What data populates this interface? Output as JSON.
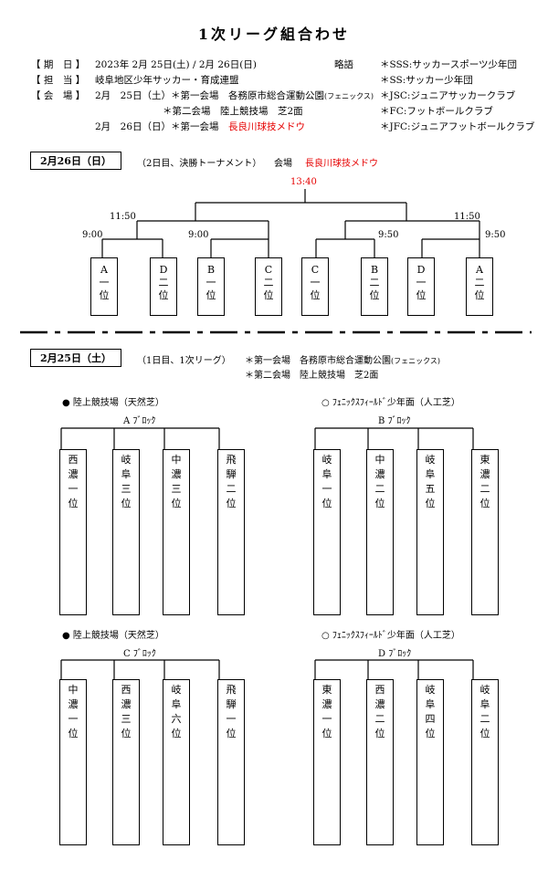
{
  "title": "1次リーグ組合わせ",
  "info": {
    "period_label": "【 期　日 】",
    "period_value": "2023年 2月 25日(土) / 2月 26日(日)",
    "org_label": "【 担　当 】",
    "org_value": "岐阜地区少年サッカー・育成連盟",
    "venue_label": "【 会　場 】",
    "venue_line1": "2月　25日（土）＊第一会場　各務原市総合運動公園",
    "venue_line1_small": "(フェニックス)",
    "venue_line2": "＊第二会場　陸上競技場　芝2面",
    "venue_line3_pre": "2月　26日（日）＊第一会場　",
    "venue_line3_red": "長良川球技メドウ",
    "abbr_label": "略語",
    "abbr": [
      "＊SSS:サッカースポーツ少年団",
      "＊SS:サッカー少年団",
      "＊JSC:ジュニアサッカークラブ",
      "＊FC:フットボールクラブ",
      "＊JFC:ジュニアフットボールクラブ"
    ]
  },
  "day2": {
    "date": "2月26日（日）",
    "desc": "（2日目、決勝トーナメント）",
    "venue_label": "会場",
    "venue": "長良川球技メドウ",
    "final_time": "13:40",
    "times": {
      "semi_left": "11:50",
      "semi_right": "11:50",
      "q1": "9:00",
      "q2": "9:00",
      "q3": "9:50",
      "q4": "9:50"
    },
    "slots": [
      [
        "A",
        "一",
        "位"
      ],
      [
        "D",
        "二",
        "位"
      ],
      [
        "B",
        "一",
        "位"
      ],
      [
        "C",
        "二",
        "位"
      ],
      [
        "C",
        "一",
        "位"
      ],
      [
        "B",
        "二",
        "位"
      ],
      [
        "D",
        "一",
        "位"
      ],
      [
        "A",
        "二",
        "位"
      ]
    ]
  },
  "day1": {
    "date": "2月25日（土）",
    "desc": "（1日目、1次リーグ）",
    "venue1": "＊第一会場　各務原市総合運動公園",
    "venue1_small": "(フェニックス)",
    "venue2": "＊第二会場　陸上競技場　芝2面",
    "groups": [
      {
        "venue": "● 陸上競技場（天然芝）",
        "block": "A ﾌﾞﾛｯｸ",
        "teams": [
          [
            "西",
            "濃",
            "一",
            "位"
          ],
          [
            "岐",
            "阜",
            "三",
            "位"
          ],
          [
            "中",
            "濃",
            "三",
            "位"
          ],
          [
            "飛",
            "騨",
            "二",
            "位"
          ]
        ]
      },
      {
        "venue": "○ ﾌｪﾆｯｸｽﾌｨｰﾙﾄﾞ少年面（人工芝）",
        "block": "B ﾌﾞﾛｯｸ",
        "teams": [
          [
            "岐",
            "阜",
            "一",
            "位"
          ],
          [
            "中",
            "濃",
            "二",
            "位"
          ],
          [
            "岐",
            "阜",
            "五",
            "位"
          ],
          [
            "東",
            "濃",
            "二",
            "位"
          ]
        ]
      },
      {
        "venue": "● 陸上競技場（天然芝）",
        "block": "C ﾌﾞﾛｯｸ",
        "teams": [
          [
            "中",
            "濃",
            "一",
            "位"
          ],
          [
            "西",
            "濃",
            "三",
            "位"
          ],
          [
            "岐",
            "阜",
            "六",
            "位"
          ],
          [
            "飛",
            "騨",
            "一",
            "位"
          ]
        ]
      },
      {
        "venue": "○ ﾌｪﾆｯｸｽﾌｨｰﾙﾄﾞ少年面（人工芝）",
        "block": "D ﾌﾞﾛｯｸ",
        "teams": [
          [
            "東",
            "濃",
            "一",
            "位"
          ],
          [
            "西",
            "濃",
            "二",
            "位"
          ],
          [
            "岐",
            "阜",
            "四",
            "位"
          ],
          [
            "岐",
            "阜",
            "二",
            "位"
          ]
        ]
      }
    ]
  },
  "colors": {
    "accent_red": "#e60000"
  }
}
